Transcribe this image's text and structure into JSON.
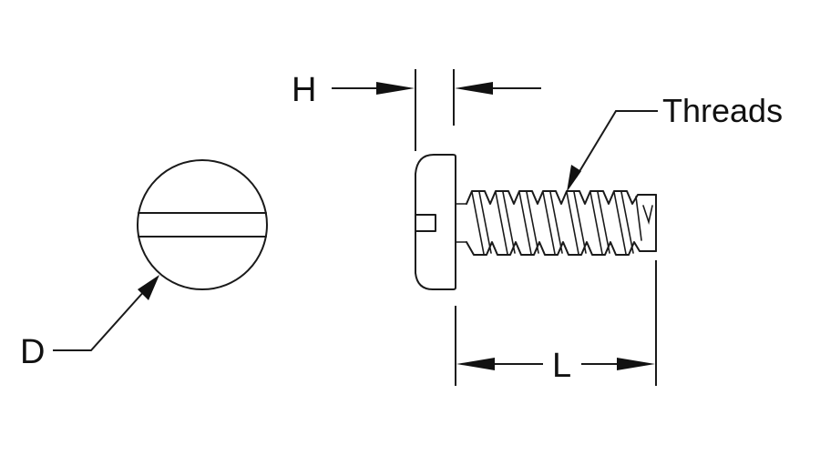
{
  "labels": {
    "head_height": "H",
    "head_diameter": "D",
    "length": "L",
    "threads": "Threads"
  },
  "colors": {
    "line": "#1a1a1a",
    "background": "#ffffff"
  }
}
